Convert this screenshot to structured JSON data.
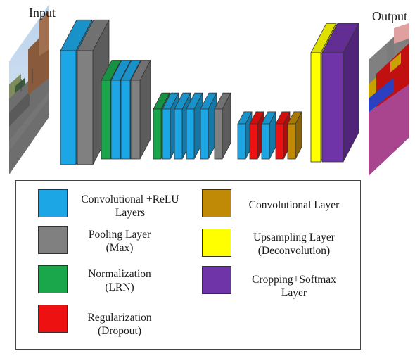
{
  "input_label": "Input",
  "output_label": "Output",
  "colors": {
    "conv_relu": "#1ca6e6",
    "pooling": "#808080",
    "normalization": "#1aa64b",
    "regularization": "#ee1111",
    "conv_layer": "#c08a07",
    "upsampling": "#ffff00",
    "cropping_softmax": "#6f34a8"
  },
  "legend": [
    {
      "key": "conv_relu",
      "icon": "conv-relu-swatch",
      "lines": [
        "Convolutional +ReLU",
        "Layers"
      ]
    },
    {
      "key": "pooling",
      "icon": "pooling-swatch",
      "lines": [
        "Pooling Layer",
        "(Max)"
      ]
    },
    {
      "key": "normalization",
      "icon": "normalization-swatch",
      "lines": [
        "Normalization",
        "(LRN)"
      ]
    },
    {
      "key": "regularization",
      "icon": "regularization-swatch",
      "lines": [
        "Regularization",
        "(Dropout)"
      ]
    },
    {
      "key": "conv_layer",
      "icon": "conv-layer-swatch",
      "lines": [
        "Convolutional Layer"
      ]
    },
    {
      "key": "upsampling",
      "icon": "upsampling-swatch",
      "lines": [
        "Upsampling Layer",
        "(Deconvolution)"
      ]
    },
    {
      "key": "cropping_softmax",
      "icon": "cropping-softmax-swatch",
      "lines": [
        "Cropping+Softmax",
        "Layer"
      ]
    }
  ]
}
